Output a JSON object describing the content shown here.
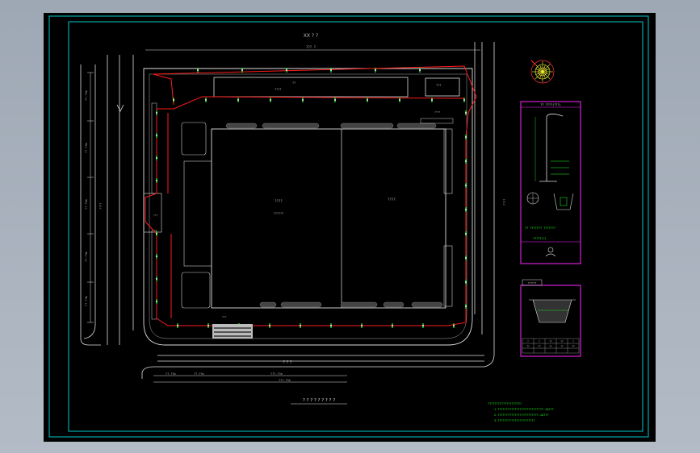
{
  "drawing": {
    "top_road_label": "XX ? ?",
    "top_dimension": "??? ?",
    "bottom_road_label": "? ? ?",
    "title_block_text": "? ? ? ? ? ? ? ? ?",
    "main_building_label_left": "????",
    "main_building_sub_left": "??????",
    "main_building_label_right": "????",
    "north_building_label": "??",
    "north_building_sub": "????",
    "right_building_label": "???",
    "gate_label_left": "???",
    "gate_label_right": "????",
    "right_edge_label": "????",
    "left_edge_label": "????",
    "bottom_dims": [
      "??.??m",
      "??.??m",
      "???.??m",
      "???.??m"
    ],
    "left_dims": [
      "??.??m",
      "??.??m",
      "??.??m",
      "??.??m",
      "??.??m"
    ],
    "stamp_label": "???",
    "notes": [
      "????????????????????",
      "1.???????????????????????????-1A???",
      "2.????????????????????????-1A???",
      "3.??????????????????????"
    ],
    "detail_title_1": "?? ????(???)",
    "detail_caption_1": "?? ??????? ???????",
    "detail_caption_2": "?????(?)",
    "detail_title_2": "??????",
    "detail_table_header": [
      "?",
      "?",
      "??",
      "??",
      "?"
    ],
    "detail_table_row": [
      "??",
      "??",
      "??",
      "??",
      "??"
    ]
  },
  "colors": {
    "background": "#000000",
    "frame": "#00ffff",
    "wire": "#ff0000",
    "structure": "#ffffff",
    "light": "#00ff00",
    "accent": "#ff00ff",
    "compass": "#ffff00"
  }
}
